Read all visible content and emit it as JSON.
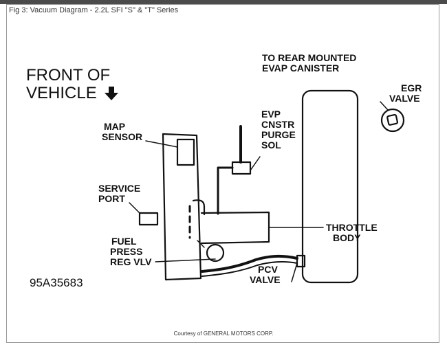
{
  "figure": {
    "title": "Fig 3: Vacuum Diagram - 2.2L SFI \"S\" & \"T\" Series",
    "courtesy": "Courtesy of GENERAL MOTORS CORP."
  },
  "diagram": {
    "front_of_vehicle": [
      "FRONT OF",
      "VEHICLE"
    ],
    "to_rear_canister": [
      "TO REAR MOUNTED",
      "EVAP CANISTER"
    ],
    "egr_valve": [
      "EGR",
      "VALVE"
    ],
    "map_sensor": [
      "MAP",
      "SENSOR"
    ],
    "evp_purge_sol": [
      "EVP",
      "CNSTR",
      "PURGE",
      "SOL"
    ],
    "service_port": [
      "SERVICE",
      "PORT"
    ],
    "throttle_body": [
      "THROTTLE",
      "BODY"
    ],
    "fuel_press_reg": [
      "FUEL",
      "PRESS",
      "REG VLV"
    ],
    "pcv_valve": [
      "PCV",
      "VALVE"
    ],
    "figure_code": "95A35683"
  },
  "colors": {
    "line": "#111111",
    "frame": "#9a9a9a",
    "topbar": "#4b4b4b"
  }
}
